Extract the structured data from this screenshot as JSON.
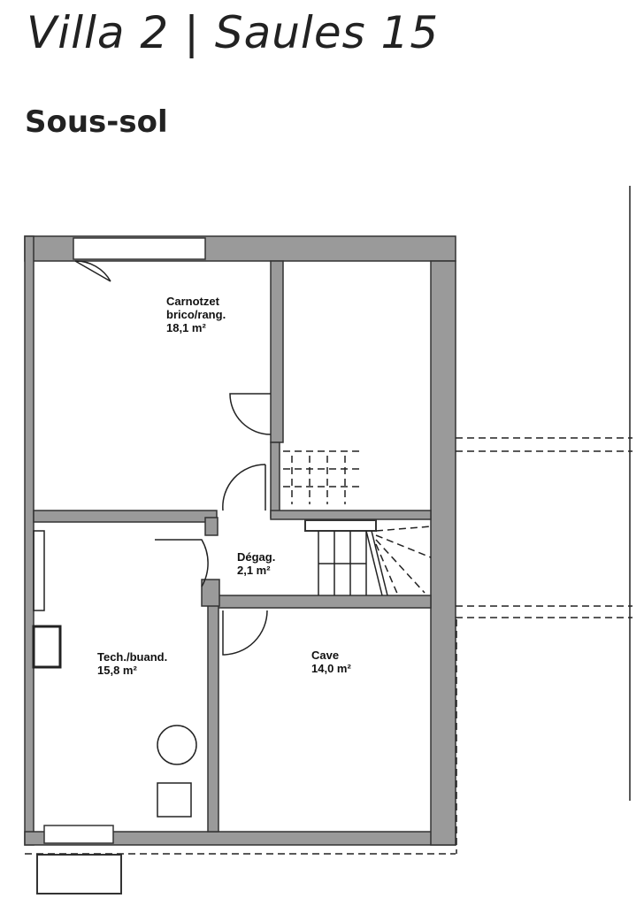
{
  "title": "Villa 2 | Saules 15",
  "floor": "Sous-sol",
  "rooms": [
    {
      "name": "Carnotzet",
      "name2": "brico/rang.",
      "area": "18,1 m²"
    },
    {
      "name": "Dégag.",
      "area": "2,1 m²"
    },
    {
      "name": "Tech./buand.",
      "area": "15,8 m²"
    },
    {
      "name": "Cave",
      "area": "14,0 m²"
    }
  ]
}
